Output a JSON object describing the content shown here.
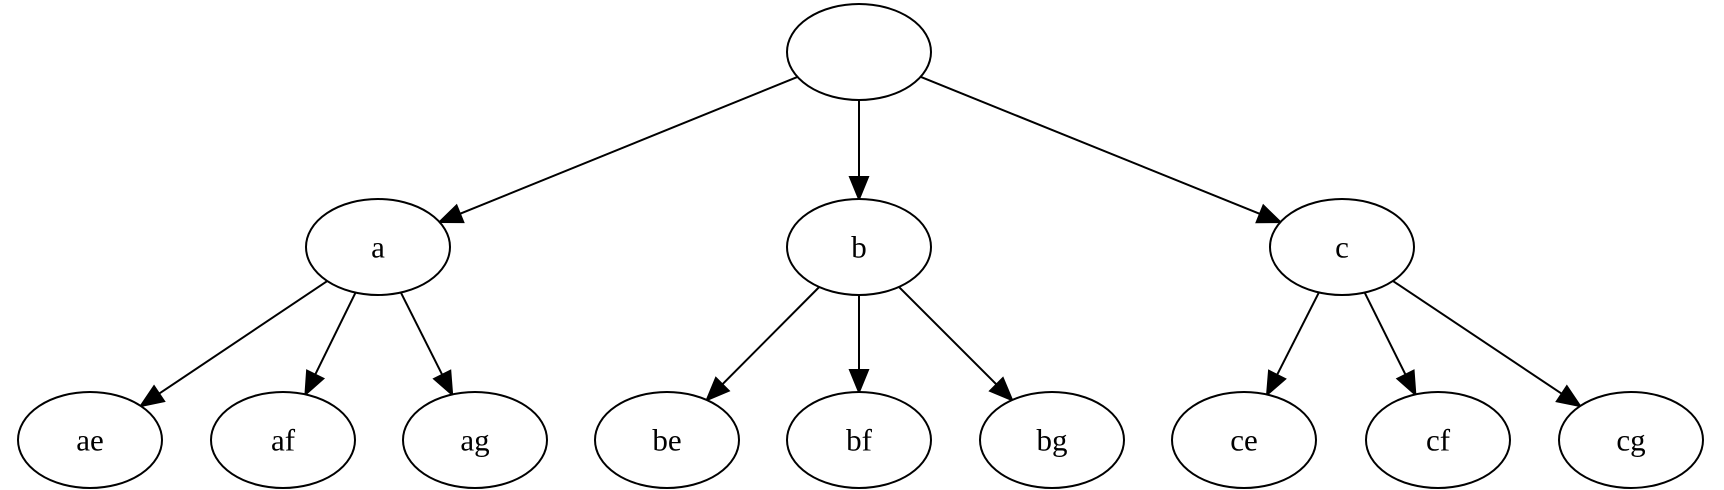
{
  "diagram": {
    "type": "tree",
    "nodes": [
      {
        "id": "root",
        "label": ""
      },
      {
        "id": "a",
        "label": "a"
      },
      {
        "id": "b",
        "label": "b"
      },
      {
        "id": "c",
        "label": "c"
      },
      {
        "id": "ae",
        "label": "ae"
      },
      {
        "id": "af",
        "label": "af"
      },
      {
        "id": "ag",
        "label": "ag"
      },
      {
        "id": "be",
        "label": "be"
      },
      {
        "id": "bf",
        "label": "bf"
      },
      {
        "id": "bg",
        "label": "bg"
      },
      {
        "id": "ce",
        "label": "ce"
      },
      {
        "id": "cf",
        "label": "cf"
      },
      {
        "id": "cg",
        "label": "cg"
      }
    ],
    "edges": [
      {
        "from": "root",
        "to": "a"
      },
      {
        "from": "root",
        "to": "b"
      },
      {
        "from": "root",
        "to": "c"
      },
      {
        "from": "a",
        "to": "ae"
      },
      {
        "from": "a",
        "to": "af"
      },
      {
        "from": "a",
        "to": "ag"
      },
      {
        "from": "b",
        "to": "be"
      },
      {
        "from": "b",
        "to": "bf"
      },
      {
        "from": "b",
        "to": "bg"
      },
      {
        "from": "c",
        "to": "ce"
      },
      {
        "from": "c",
        "to": "cf"
      },
      {
        "from": "c",
        "to": "cg"
      }
    ]
  }
}
